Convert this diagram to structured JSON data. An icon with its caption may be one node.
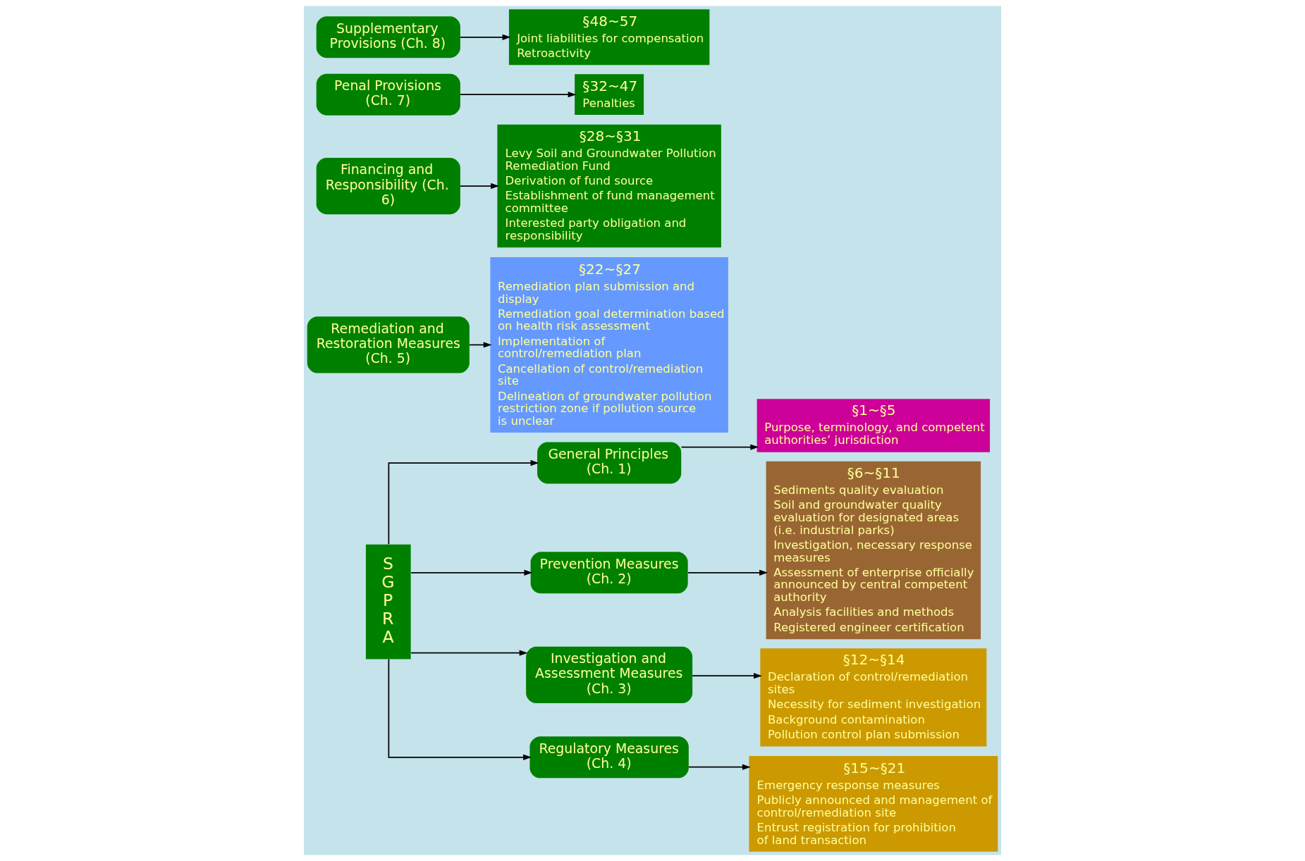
{
  "diagram": {
    "nodes": [
      {
        "text": [
          "SGPRA"
        ]
      },
      {
        "text": [
          "General Principles (Ch. 1)"
        ]
      },
      {
        "text": [
          "§1~§5",
          "Purpose, terminology, and competent authorities’ jurisdiction"
        ]
      },
      {
        "text": [
          "Prevention Measures (Ch. 2)"
        ]
      },
      {
        "text": [
          "§6~§11",
          "Sediments quality evaluation",
          "Soil and groundwater quality evaluation for designated areas (i.e. industrial parks)",
          "Investigation, necessary response measures",
          "Assessment of enterprise officially announced by central competent authority",
          "Analysis facilities and methods",
          "Registered engineer certification"
        ]
      },
      {
        "text": [
          "Investigation and Assessment Measures (Ch. 3)"
        ]
      },
      {
        "text": [
          "§12~§14",
          "Declaration of control/remediation sites",
          "Necessity for sediment investigation",
          "Background contamination",
          "Pollution control plan submission"
        ]
      },
      {
        "text": [
          "Regulatory Measures (Ch. 4)"
        ]
      },
      {
        "text": [
          "§15~§21",
          "Emergency response measures",
          "Publicly announced and management of control/remediation site",
          "Entrust registration for prohibition of land transaction"
        ]
      },
      {
        "text": [
          "Remediation and Restoration Measures (Ch. 5)"
        ]
      },
      {
        "text": [
          "§22~§27",
          "Remediation plan submission and display",
          "Remediation goal determination based on health risk assessment",
          "Implementation of control/remediation plan",
          "Cancellation of control/remediation site",
          "Delineation of groundwater pollution restriction zone if pollution source is unclear"
        ]
      },
      {
        "text": [
          "Financing and Responsibility (Ch. 6)"
        ]
      },
      {
        "text": [
          "§28~§31",
          "Levy Soil and Groundwater Pollution Remediation Fund",
          "Derivation of fund source",
          "Establishment of fund management committee",
          "Interested party obligation and responsibility"
        ]
      },
      {
        "text": [
          "Penal Provisions (Ch. 7)"
        ]
      },
      {
        "text": [
          "§32~47",
          "Penalties"
        ]
      },
      {
        "text": [
          "Supplementary Provisions (Ch. 8)"
        ]
      },
      {
        "text": [
          "§48~57",
          "Joint liabilities for compensation",
          "Retroactivity"
        ]
      }
    ],
    "edges": [
      {
        "from": 0,
        "to": 1,
        "arrow": "to"
      },
      {
        "from": 0,
        "to": 3,
        "arrow": "to"
      },
      {
        "from": 0,
        "to": 5,
        "arrow": "to"
      },
      {
        "from": 0,
        "to": 7,
        "arrow": "to"
      },
      {
        "from": 1,
        "to": 2,
        "arrow": "to"
      },
      {
        "from": 3,
        "to": 4,
        "arrow": "to"
      },
      {
        "from": 5,
        "to": 6,
        "arrow": "to"
      },
      {
        "from": 7,
        "to": 8,
        "arrow": "to"
      },
      {
        "from": 9,
        "to": 10,
        "arrow": "to"
      },
      {
        "from": 11,
        "to": 12,
        "arrow": "to"
      },
      {
        "from": 13,
        "to": 14,
        "arrow": "to"
      },
      {
        "from": 15,
        "to": 16,
        "arrow": "to"
      }
    ]
  }
}
